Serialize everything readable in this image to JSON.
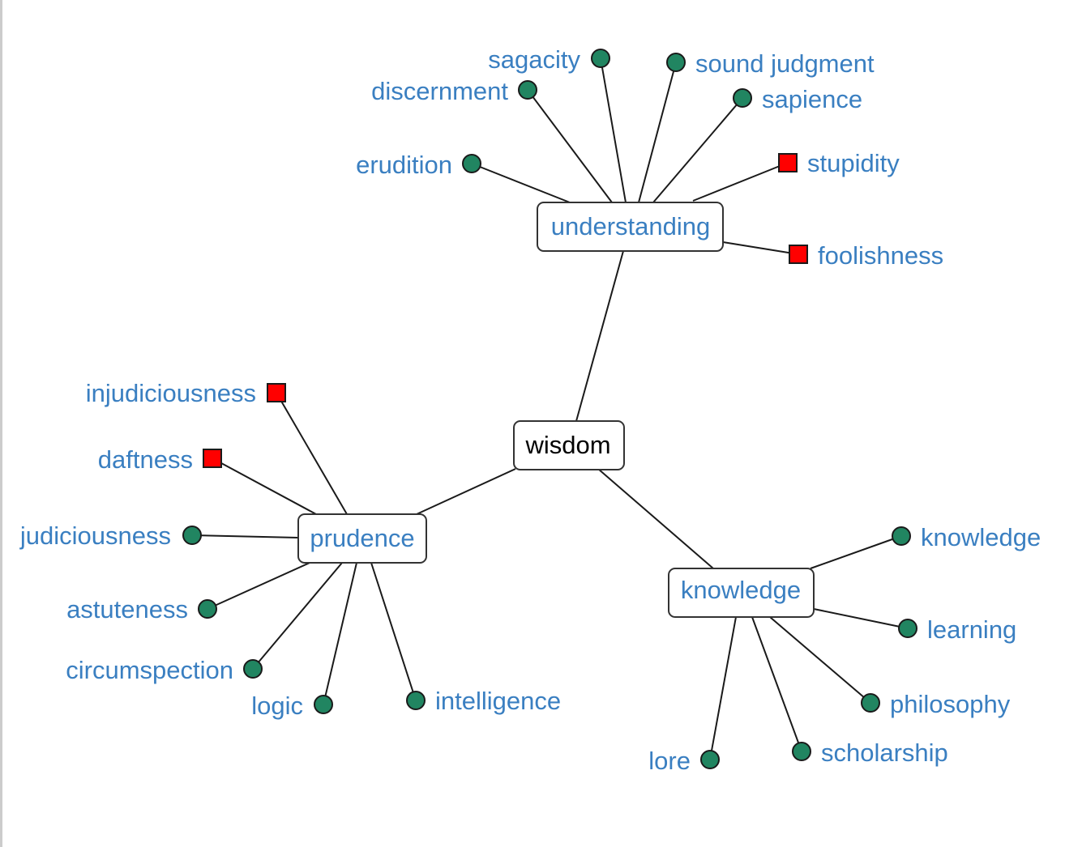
{
  "colors": {
    "link_text": "#3a7fc1",
    "root_text": "#000000",
    "synonym_marker": "#218561",
    "antonym_marker": "#ff0000",
    "left_border": "#cccccc"
  },
  "root": {
    "label": "wisdom"
  },
  "hubs": [
    {
      "id": "understanding",
      "label": "understanding",
      "leaves": [
        {
          "label": "sagacity",
          "kind": "synonym",
          "marker": "circle-icon"
        },
        {
          "label": "sound judgment",
          "kind": "synonym",
          "marker": "circle-icon"
        },
        {
          "label": "discernment",
          "kind": "synonym",
          "marker": "circle-icon"
        },
        {
          "label": "sapience",
          "kind": "synonym",
          "marker": "circle-icon"
        },
        {
          "label": "erudition",
          "kind": "synonym",
          "marker": "circle-icon"
        },
        {
          "label": "stupidity",
          "kind": "antonym",
          "marker": "square-icon"
        },
        {
          "label": "foolishness",
          "kind": "antonym",
          "marker": "square-icon"
        }
      ]
    },
    {
      "id": "prudence",
      "label": "prudence",
      "leaves": [
        {
          "label": "injudiciousness",
          "kind": "antonym",
          "marker": "square-icon"
        },
        {
          "label": "daftness",
          "kind": "antonym",
          "marker": "square-icon"
        },
        {
          "label": "judiciousness",
          "kind": "synonym",
          "marker": "circle-icon"
        },
        {
          "label": "astuteness",
          "kind": "synonym",
          "marker": "circle-icon"
        },
        {
          "label": "circumspection",
          "kind": "synonym",
          "marker": "circle-icon"
        },
        {
          "label": "logic",
          "kind": "synonym",
          "marker": "circle-icon"
        },
        {
          "label": "intelligence",
          "kind": "synonym",
          "marker": "circle-icon"
        }
      ]
    },
    {
      "id": "knowledge",
      "label": "knowledge",
      "leaves": [
        {
          "label": "knowledge",
          "kind": "synonym",
          "marker": "circle-icon"
        },
        {
          "label": "learning",
          "kind": "synonym",
          "marker": "circle-icon"
        },
        {
          "label": "philosophy",
          "kind": "synonym",
          "marker": "circle-icon"
        },
        {
          "label": "scholarship",
          "kind": "synonym",
          "marker": "circle-icon"
        },
        {
          "label": "lore",
          "kind": "synonym",
          "marker": "circle-icon"
        }
      ]
    }
  ]
}
